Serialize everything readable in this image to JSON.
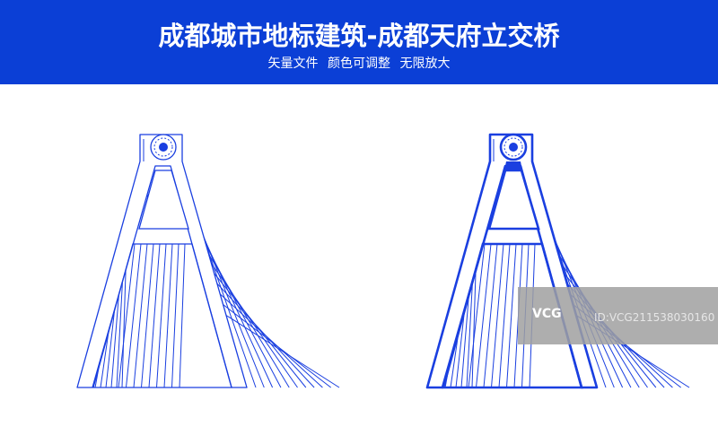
{
  "header": {
    "title": "成都城市地标建筑-成都天府立交桥",
    "subtitle": "矢量文件  颜色可调整  无限放大"
  },
  "illustration": {
    "line_color": "#1a3fe0",
    "variants": [
      "thin-outline",
      "bold-outline"
    ]
  },
  "watermark": {
    "logo": "VCG",
    "id": "ID:VCG211538030160"
  },
  "colors": {
    "banner": "#0b3fd6",
    "text": "#ffffff"
  }
}
